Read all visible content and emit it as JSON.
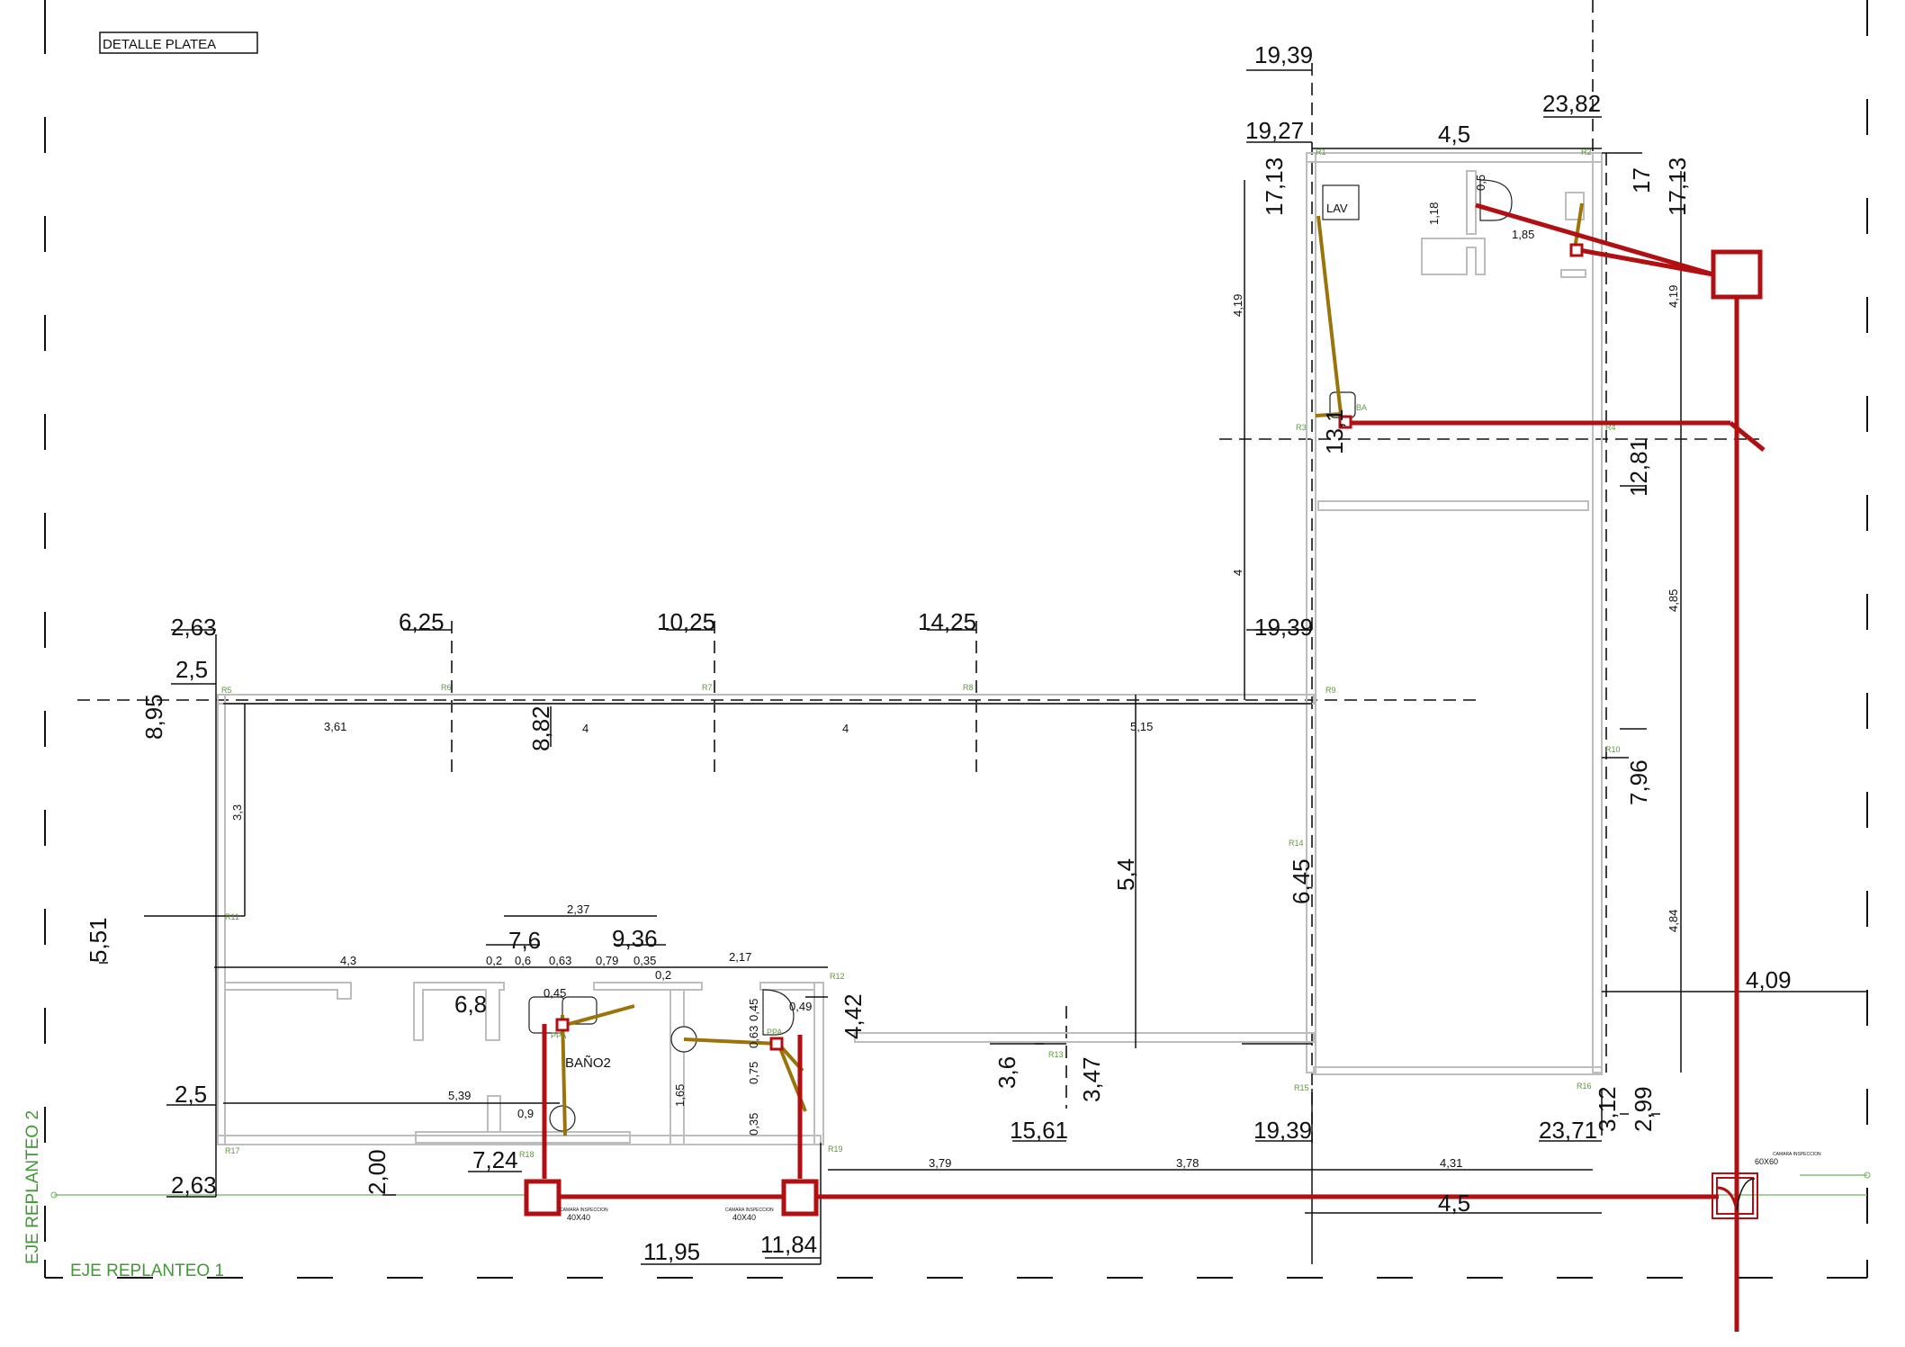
{
  "title": "DETALLE PLATEA",
  "axes": {
    "axis1": "EJE REPLANTEO 1",
    "axis2": "EJE REPLANTEO 2"
  },
  "rooms": {
    "bath2": "BAÑO2",
    "lav": "LAV"
  },
  "chambers": {
    "small_label": "CAMARA INSPECCION",
    "small_size": "40X40",
    "large_label": "CAMARA INSPECCION",
    "large_size": "60X60"
  },
  "ref_points": [
    "R1",
    "R2",
    "R3",
    "R4",
    "R5",
    "R6",
    "R7",
    "R8",
    "R9",
    "R10",
    "R11",
    "R12",
    "R13",
    "R14",
    "R15",
    "R16",
    "R17",
    "R18",
    "R19"
  ],
  "labels_big": {
    "l_19_39_top": "19,39",
    "l_23_82": "23,82",
    "l_19_27": "19,27",
    "l_4_5_top": "4,5",
    "l_17_13_a": "17,13",
    "l_17": "17",
    "l_17_13_b": "17,13",
    "l_13_1": "13,1",
    "l_12_81": "12,81",
    "l_2_63_a": "2,63",
    "l_6_25": "6,25",
    "l_10_25": "10,25",
    "l_14_25": "14,25",
    "l_19_39_mid": "19,39",
    "l_2_5_a": "2,5",
    "l_8_95": "8,95",
    "l_8_82": "8,82",
    "l_7_96": "7,96",
    "l_5_4": "5,4",
    "l_6_45": "6,45",
    "l_5_51": "5,51",
    "l_7_6": "7,6",
    "l_9_36": "9,36",
    "l_4_09": "4,09",
    "l_6_8": "6,8",
    "l_4_42": "4,42",
    "l_3_6": "3,6",
    "l_3_47": "3,47",
    "l_2_5_b": "2,5",
    "l_3_12": "3,12",
    "l_2_99": "2,99",
    "l_15_61": "15,61",
    "l_19_39_bot": "19,39",
    "l_23_71": "23,71",
    "l_7_24": "7,24",
    "l_2_00": "2,00",
    "l_2_63_b": "2,63",
    "l_4_5_bot": "4,5",
    "l_11_95": "11,95",
    "l_11_84": "11,84"
  },
  "labels_small": {
    "s_3_61": "3,61",
    "s_4_a": "4",
    "s_4_b": "4",
    "s_5_15": "5,15",
    "s_3_3": "3,3",
    "s_4_19_a": "4,19",
    "s_4_19_b": "4,19",
    "s_4_v": "4",
    "s_4_85": "4,85",
    "s_4_84": "4,84",
    "s_1_18": "1,18",
    "s_0_5": "0,5",
    "s_1_85": "1,85",
    "s_2_37": "2,37",
    "s_4_3": "4,3",
    "s_0_2_a": "0,2",
    "s_0_6": "0,6",
    "s_0_63_a": "0,63",
    "s_0_79": "0,79",
    "s_0_35_a": "0,35",
    "s_0_2_b": "0,2",
    "s_2_17": "2,17",
    "s_0_45_a": "0,45",
    "s_0_45_b": "0,45",
    "s_0_49": "0,49",
    "s_0_63_b": "0,63",
    "s_0_75": "0,75",
    "s_0_35_b": "0,35",
    "s_1_65": "1,65",
    "s_5_39": "5,39",
    "s_0_9": "0,9",
    "s_3_79": "3,79",
    "s_3_78": "3,78",
    "s_4_31": "4,31",
    "s_ba": "BA",
    "s_pp": "PPA",
    "s_pp2": "PPA"
  },
  "colors": {
    "pipe": "#b10f12",
    "drain": "#9a7408",
    "axis": "#3f9a33",
    "wall": "#bdbdbd"
  }
}
